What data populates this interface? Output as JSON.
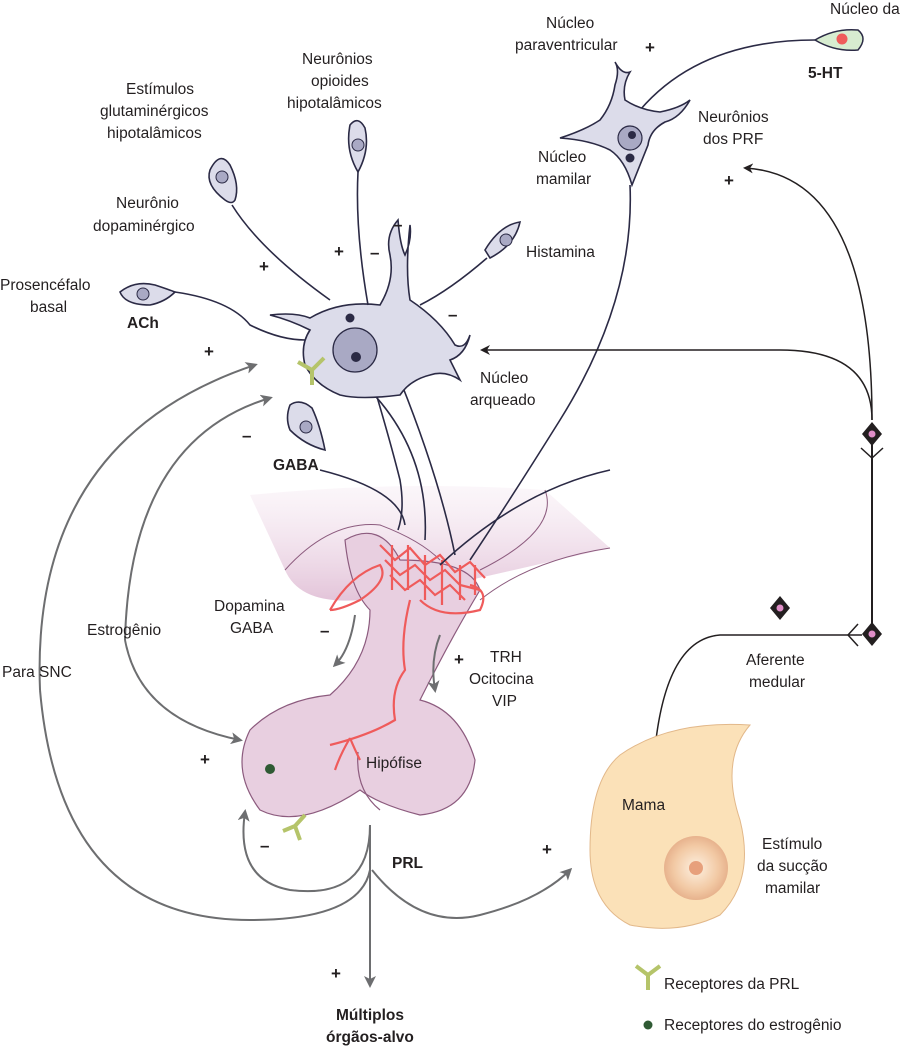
{
  "labels": {
    "nucleo_rafe": "Núcleo da rafe",
    "five_ht": "5-HT",
    "nucleo_paraventricular": [
      "Núcleo",
      "paraventricular"
    ],
    "neuronios_prf": [
      "Neurônios",
      "dos PRF"
    ],
    "nucleo_mamilar": [
      "Núcleo",
      "mamilar"
    ],
    "neuronios_opioides": [
      "Neurônios",
      "opioides",
      "hipotalâmicos"
    ],
    "estimulos_glutaminergicos": [
      "Estímulos",
      "glutaminérgicos",
      "hipotalâmicos"
    ],
    "neuronio_dopaminergico": [
      "Neurônio",
      "dopaminérgico"
    ],
    "histamina": "Histamina",
    "prosencefalo_basal": [
      "Prosencéfalo",
      "basal"
    ],
    "ach": "ACh",
    "nucleo_arqueado": [
      "Núcleo",
      "arqueado"
    ],
    "gaba": "GABA",
    "dopamina_gaba": [
      "Dopamina",
      "GABA"
    ],
    "estrogenio": "Estrogênio",
    "para_snc": "Para SNC",
    "trh_ocitocina_vip": [
      "TRH",
      "Ocitocina",
      "VIP"
    ],
    "hipofise": "Hipófise",
    "aferente_medular": [
      "Aferente",
      "medular"
    ],
    "mama": "Mama",
    "estimulo_succao": [
      "Estímulo",
      "da sucção",
      "mamilar"
    ],
    "prl": "PRL",
    "multiplos_orgaos": [
      "Múltiplos",
      "órgãos-alvo"
    ]
  },
  "signs": {
    "plus": "+",
    "minus": "–"
  },
  "legend": {
    "prl_receptors": "Receptores da PRL",
    "estrogen_receptors": "Receptores do estrogênio"
  },
  "colors": {
    "neuron_fill": "#dcdcea",
    "neuron_stroke": "#2b2a45",
    "pituitary_fill": "#e8cfe0",
    "vessel": "#ef5b5b",
    "breast_fill": "#fbe1b8",
    "raphe_fill": "#d7ecd0",
    "prl_receptor": "#b5c46a",
    "estrogen_receptor": "#2f5a34",
    "feedback_arrow": "#6d6e70"
  }
}
